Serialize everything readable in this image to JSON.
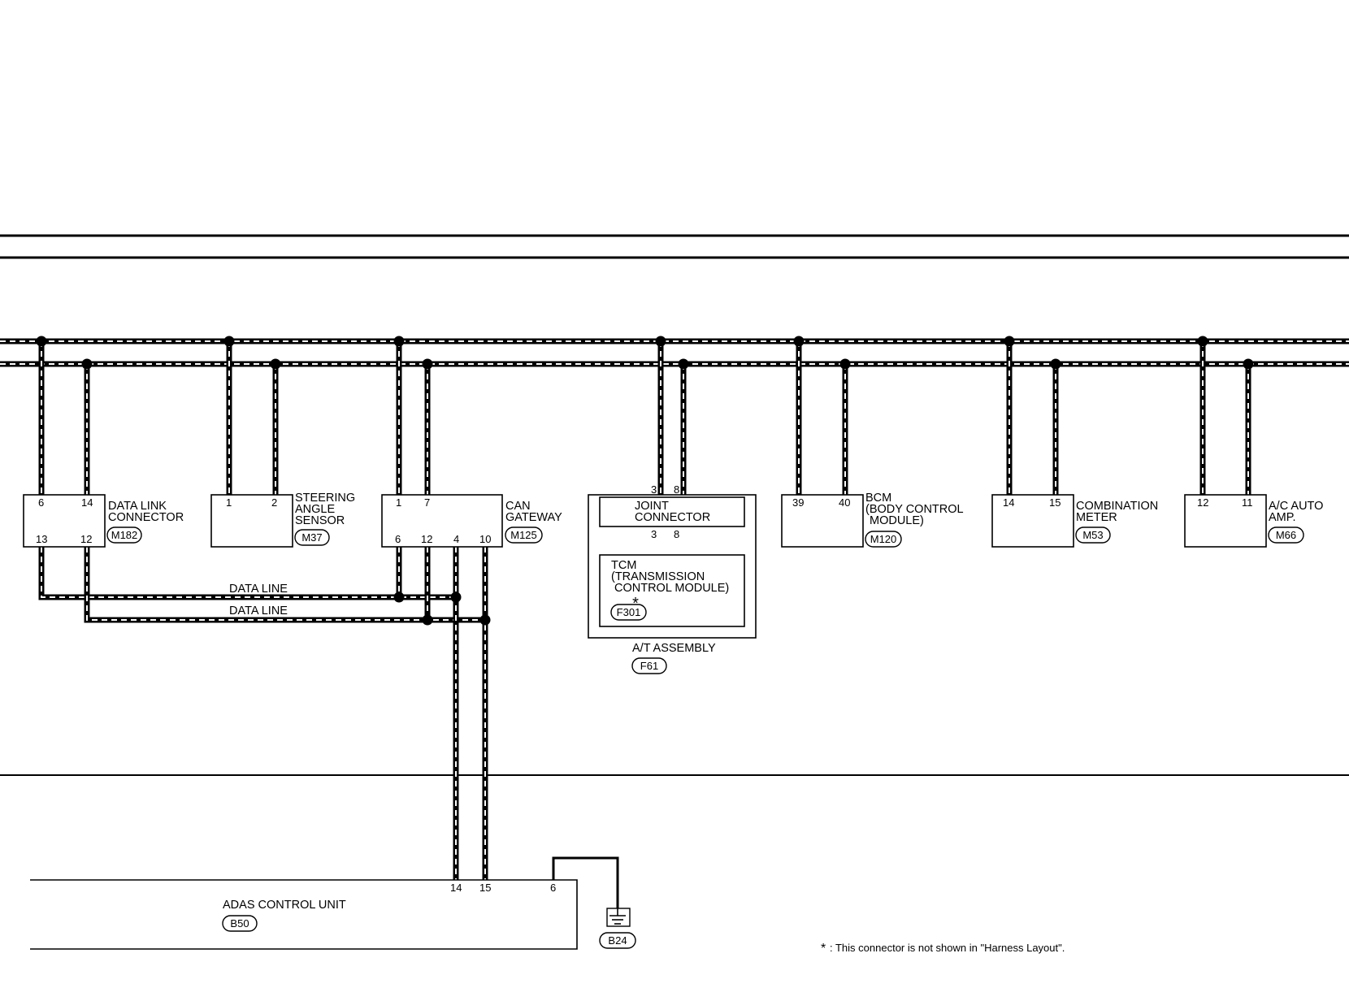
{
  "diagram": {
    "components": {
      "data_link": {
        "name_lines": [
          "DATA LINK",
          "CONNECTOR"
        ],
        "code": "M182",
        "pins_top": [
          "6",
          "14"
        ],
        "pins_bottom": [
          "13",
          "12"
        ]
      },
      "steering": {
        "name_lines": [
          "STEERING",
          "ANGLE",
          "SENSOR"
        ],
        "code": "M37",
        "pins_top": [
          "1",
          "2"
        ]
      },
      "can_gateway": {
        "name_lines": [
          "CAN",
          "GATEWAY"
        ],
        "code": "M125",
        "pins_top": [
          "1",
          "7"
        ],
        "pins_bottom": [
          "6",
          "12",
          "4",
          "10"
        ]
      },
      "joint_connector": {
        "name_lines": [
          "JOINT",
          "CONNECTOR"
        ],
        "pins_top": [
          "3",
          "8"
        ],
        "pins_bottom": [
          "3",
          "8"
        ]
      },
      "tcm": {
        "name_lines": [
          "TCM",
          "(TRANSMISSION",
          "CONTROL MODULE)"
        ],
        "mark": "*",
        "code": "F301"
      },
      "at_assembly": {
        "name": "A/T ASSEMBLY",
        "code": "F61"
      },
      "bcm": {
        "name_lines": [
          "BCM",
          "(BODY CONTROL",
          "MODULE)"
        ],
        "code": "M120",
        "pins_top": [
          "39",
          "40"
        ]
      },
      "combination_meter": {
        "name_lines": [
          "COMBINATION",
          "METER"
        ],
        "code": "M53",
        "pins_top": [
          "14",
          "15"
        ]
      },
      "ac_auto_amp": {
        "name_lines": [
          "A/C AUTO",
          "AMP."
        ],
        "code": "M66",
        "pins_top": [
          "12",
          "11"
        ]
      },
      "adas": {
        "name": "ADAS CONTROL UNIT",
        "code": "B50",
        "pins": [
          "14",
          "15",
          "6"
        ]
      },
      "ground": {
        "code": "B24"
      }
    },
    "data_line_labels": [
      "DATA LINE",
      "DATA LINE"
    ],
    "footnote": {
      "mark": "*",
      "text": ": This connector is not shown in \"Harness Layout\"."
    }
  }
}
